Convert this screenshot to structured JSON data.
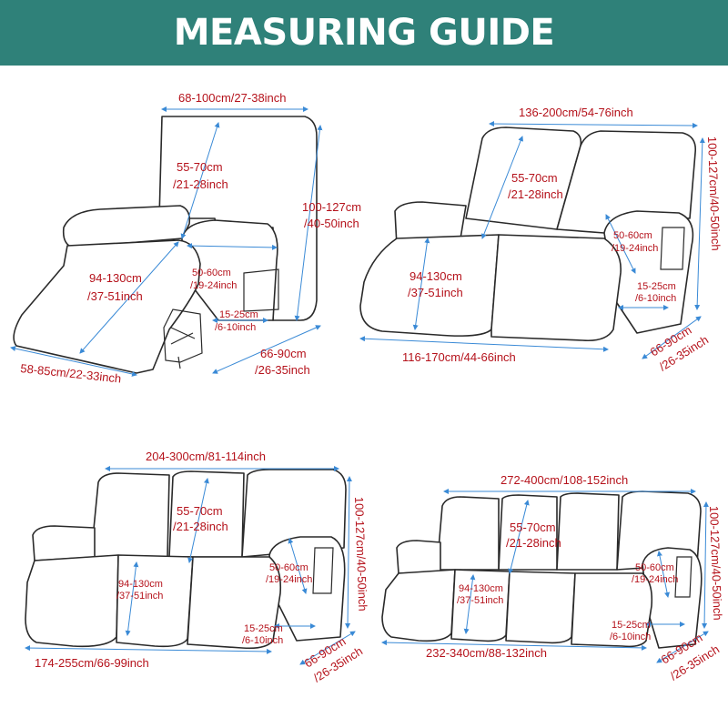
{
  "header": {
    "title": "MEASURING GUIDE"
  },
  "colors": {
    "banner": "#2f8179",
    "label": "#b5121b",
    "dimension_line": "#3a8ad6"
  },
  "recliner": {
    "width": "68-100cm/27-38inch",
    "back_l1": "55-70cm",
    "back_l2": "/21-28inch",
    "height_l1": "100-127cm",
    "height_l2": "/40-50inch",
    "seat_l1": "94-130cm",
    "seat_l2": "/37-51inch",
    "arm_l1": "50-60cm",
    "arm_l2": "/19-24inch",
    "pocket_l1": "15-25cm",
    "pocket_l2": "/6-10inch",
    "depth_l1": "66-90cm",
    "depth_l2": "/26-35inch",
    "front": "58-85cm/22-33inch"
  },
  "loveseat": {
    "width": "136-200cm/54-76inch",
    "back_l1": "55-70cm",
    "back_l2": "/21-28inch",
    "height": "100-127cm/40-50inch",
    "arm_l1": "50-60cm",
    "arm_l2": "/19-24inch",
    "seat_l1": "94-130cm",
    "seat_l2": "/37-51inch",
    "pocket_l1": "15-25cm",
    "pocket_l2": "/6-10inch",
    "front": "116-170cm/44-66inch",
    "depth_l1": "66-90cm",
    "depth_l2": "/26-35inch"
  },
  "three_seater": {
    "width": "204-300cm/81-114inch",
    "back_l1": "55-70cm",
    "back_l2": "/21-28inch",
    "height": "100-127cm/40-50inch",
    "arm_l1": "50-60cm",
    "arm_l2": "/19-24inch",
    "seat_l1": "94-130cm",
    "seat_l2": "/37-51inch",
    "pocket_l1": "15-25cm",
    "pocket_l2": "/6-10inch",
    "front": "174-255cm/66-99inch",
    "depth_l1": "66-90cm",
    "depth_l2": "/26-35inch"
  },
  "four_seater": {
    "width": "272-400cm/108-152inch",
    "back_l1": "55-70cm",
    "back_l2": "/21-28inch",
    "height": "100-127cm/40-50inch",
    "arm_l1": "50-60cm",
    "arm_l2": "/19-24inch",
    "seat_l1": "94-130cm",
    "seat_l2": "/37-51inch",
    "pocket_l1": "15-25cm",
    "pocket_l2": "/6-10inch",
    "front": "232-340cm/88-132inch",
    "depth_l1": "66-90cm",
    "depth_l2": "/26-35inch"
  }
}
